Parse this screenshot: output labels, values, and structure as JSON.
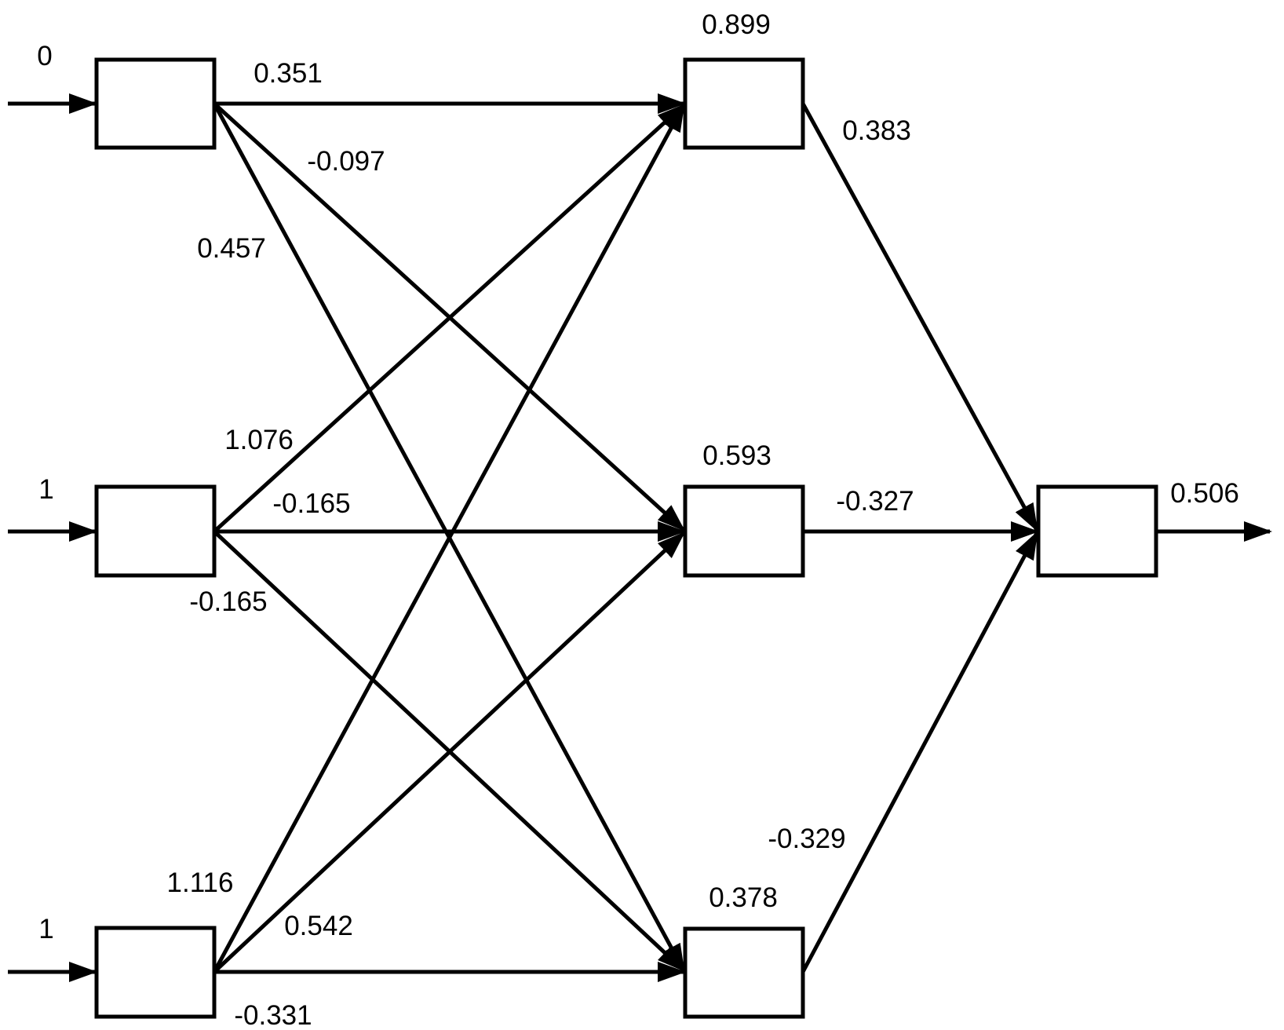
{
  "diagram": {
    "type": "feedforward-neural-network",
    "layers": [
      "input",
      "hidden",
      "output"
    ],
    "colors": {
      "stroke": "#000000",
      "node_fill": "#ffffff",
      "background": "#ffffff"
    }
  },
  "network": {
    "input_values": [
      "0",
      "1",
      "1"
    ],
    "hidden_values": [
      "0.899",
      "0.593",
      "0.378"
    ],
    "output_value": "0.506",
    "weights_input_hidden": [
      [
        "0.351",
        "-0.097",
        "0.457"
      ],
      [
        "1.076",
        "-0.165",
        "-0.165"
      ],
      [
        "1.116",
        "0.542",
        "-0.331"
      ]
    ],
    "weights_hidden_output": [
      "0.383",
      "-0.327",
      "-0.329"
    ]
  }
}
